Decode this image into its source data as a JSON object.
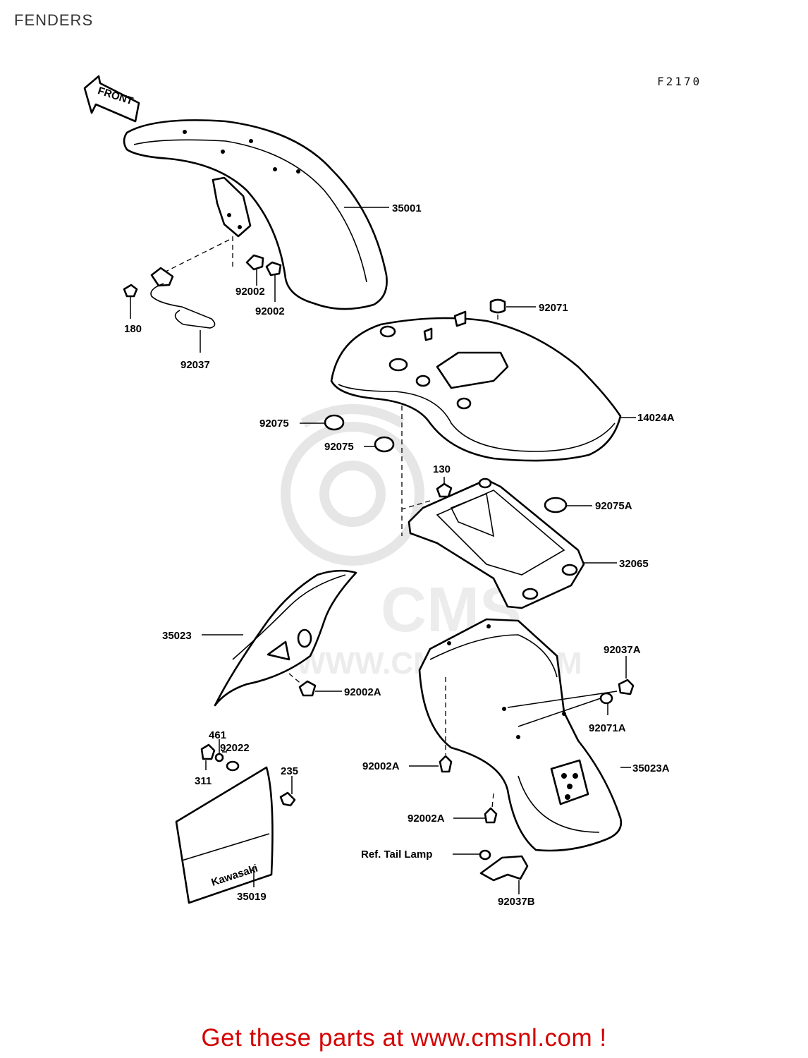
{
  "page_title": "FENDERS",
  "diagram_ref": "F2170",
  "front_arrow_label": "FRONT",
  "watermark": {
    "logo_text": "CMS",
    "url_text": "WWW.CMSNL.COM"
  },
  "parts": {
    "p35001": "35001",
    "p92002_a": "92002",
    "p92002_b": "92002",
    "p180": "180",
    "p92037": "92037",
    "p92071": "92071",
    "p14024A": "14024A",
    "p92075_a": "92075",
    "p92075_b": "92075",
    "p130": "130",
    "p92075A": "92075A",
    "p32065": "32065",
    "p35023": "35023",
    "p92002A_a": "92002A",
    "p92037A": "92037A",
    "p92071A": "92071A",
    "p461": "461",
    "p92022": "92022",
    "p311": "311",
    "p235": "235",
    "p92002A_b": "92002A",
    "p35023A": "35023A",
    "p92002A_c": "92002A",
    "p35019": "35019",
    "ref_tail_lamp": "Ref. Tail Lamp",
    "p92037B": "92037B"
  },
  "promo_text": "Get these parts at www.cmsnl.com !"
}
